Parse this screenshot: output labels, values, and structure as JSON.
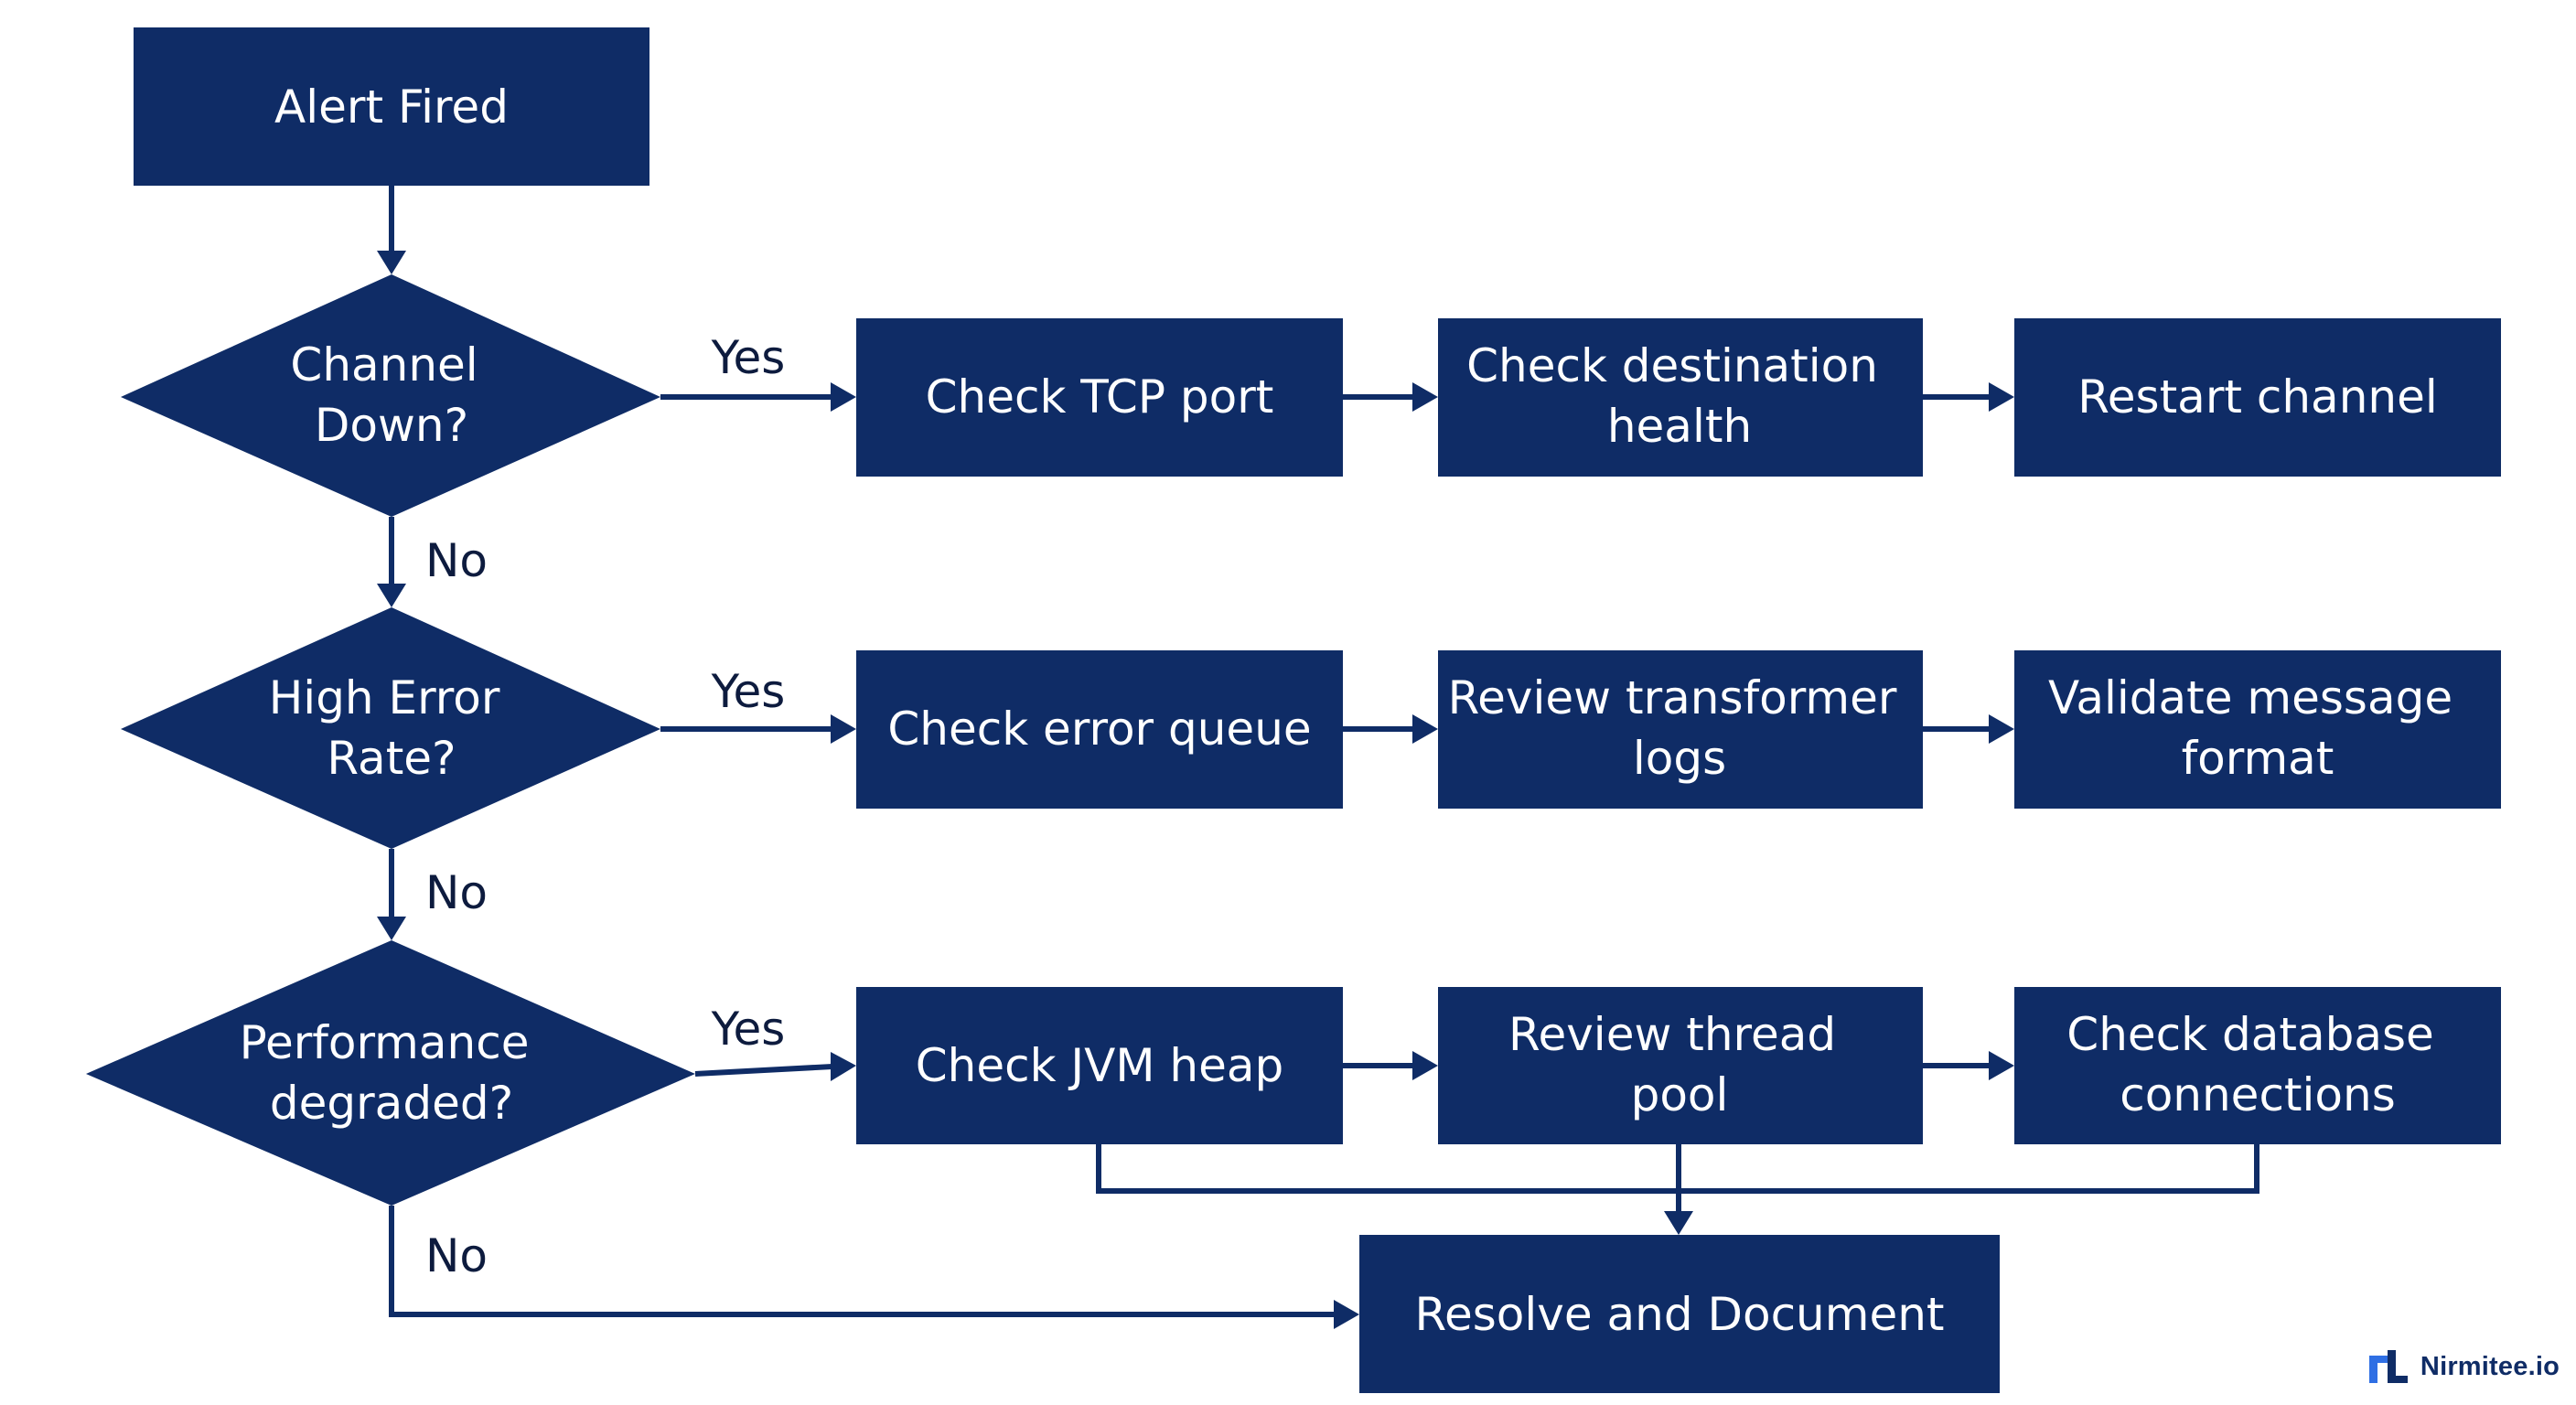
{
  "nodes": {
    "alert_fired": "Alert Fired",
    "channel_down": [
      "Channel",
      "Down?"
    ],
    "check_tcp_port": "Check TCP port",
    "check_destination_health": [
      "Check destination",
      "health"
    ],
    "restart_channel": "Restart channel",
    "high_error_rate": [
      "High Error",
      "Rate?"
    ],
    "check_error_queue": "Check error queue",
    "review_transformer_logs": [
      "Review transformer",
      "logs"
    ],
    "validate_message_format": [
      "Validate message",
      "format"
    ],
    "performance_degraded": [
      "Performance",
      "degraded?"
    ],
    "check_jvm_heap": "Check JVM heap",
    "review_thread_pool": [
      "Review thread",
      "pool"
    ],
    "check_database_connections": [
      "Check database",
      "connections"
    ],
    "resolve_and_document": "Resolve and Document"
  },
  "edge_labels": {
    "yes": "Yes",
    "no": "No"
  },
  "edges": [
    {
      "from": "alert_fired",
      "to": "channel_down"
    },
    {
      "from": "channel_down",
      "to": "check_tcp_port",
      "label": "Yes"
    },
    {
      "from": "check_tcp_port",
      "to": "check_destination_health"
    },
    {
      "from": "check_destination_health",
      "to": "restart_channel"
    },
    {
      "from": "channel_down",
      "to": "high_error_rate",
      "label": "No"
    },
    {
      "from": "high_error_rate",
      "to": "check_error_queue",
      "label": "Yes"
    },
    {
      "from": "check_error_queue",
      "to": "review_transformer_logs"
    },
    {
      "from": "review_transformer_logs",
      "to": "validate_message_format"
    },
    {
      "from": "high_error_rate",
      "to": "performance_degraded",
      "label": "No"
    },
    {
      "from": "performance_degraded",
      "to": "check_jvm_heap",
      "label": "Yes"
    },
    {
      "from": "check_jvm_heap",
      "to": "review_thread_pool"
    },
    {
      "from": "review_thread_pool",
      "to": "check_database_connections"
    },
    {
      "from": "check_jvm_heap",
      "to": "resolve_and_document"
    },
    {
      "from": "review_thread_pool",
      "to": "resolve_and_document"
    },
    {
      "from": "check_database_connections",
      "to": "resolve_and_document"
    },
    {
      "from": "performance_degraded",
      "to": "resolve_and_document",
      "label": "No"
    }
  ],
  "colors": {
    "node_fill": "#0f2c66",
    "edge": "#0f2c66",
    "node_text": "#ffffff",
    "label_text": "#0d1b3e"
  },
  "brand": {
    "name": "Nirmitee.io",
    "logo_icon": "nirmitee-logo-icon"
  }
}
